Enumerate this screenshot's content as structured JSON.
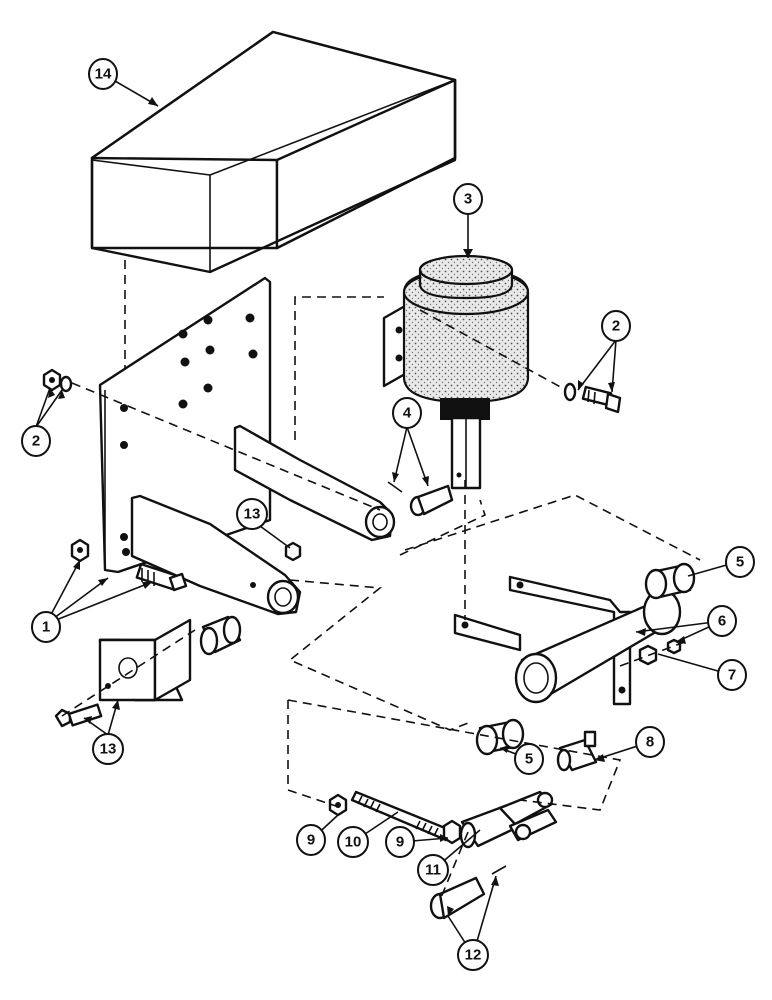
{
  "callouts": [
    {
      "id": "c14",
      "label": "14"
    },
    {
      "id": "c3",
      "label": "3"
    },
    {
      "id": "c2a",
      "label": "2"
    },
    {
      "id": "c2b",
      "label": "2"
    },
    {
      "id": "c4",
      "label": "4"
    },
    {
      "id": "c13a",
      "label": "13"
    },
    {
      "id": "c1",
      "label": "1"
    },
    {
      "id": "c13b",
      "label": "13"
    },
    {
      "id": "c5a",
      "label": "5"
    },
    {
      "id": "c6",
      "label": "6"
    },
    {
      "id": "c7",
      "label": "7"
    },
    {
      "id": "c5b",
      "label": "5"
    },
    {
      "id": "c8",
      "label": "8"
    },
    {
      "id": "c9a",
      "label": "9"
    },
    {
      "id": "c10",
      "label": "10"
    },
    {
      "id": "c9b",
      "label": "9"
    },
    {
      "id": "c11",
      "label": "11"
    },
    {
      "id": "c12",
      "label": "12"
    }
  ]
}
